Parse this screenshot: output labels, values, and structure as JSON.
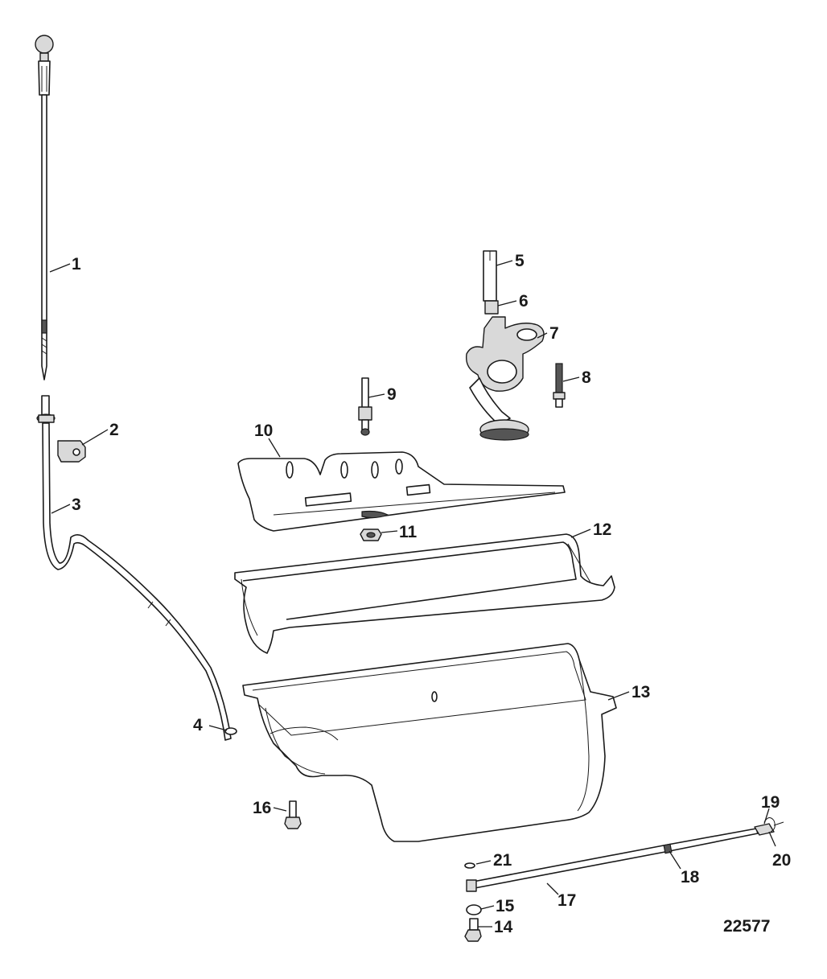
{
  "figure_number": "22577",
  "callouts": [
    "1",
    "2",
    "3",
    "4",
    "5",
    "6",
    "7",
    "8",
    "9",
    "10",
    "11",
    "12",
    "13",
    "14",
    "15",
    "16",
    "17",
    "18",
    "19",
    "20",
    "21"
  ]
}
